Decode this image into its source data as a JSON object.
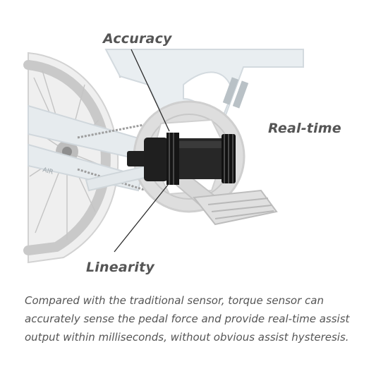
{
  "labels": {
    "accuracy": "Accuracy",
    "realtime": "Real-time",
    "linearity": "Linearity"
  },
  "frame_text": "AIR",
  "caption": {
    "line1": "Compared with the traditional sensor, torque sensor can",
    "line2": "accurately sense the pedal force and provide real-time assist",
    "line3": "output within milliseconds, without obvious assist hysteresis."
  },
  "colors": {
    "text": "#555555",
    "bike_frame": "#e6ebee",
    "sensor": "#1c1c1c",
    "chainring": "#dcdcdc"
  }
}
